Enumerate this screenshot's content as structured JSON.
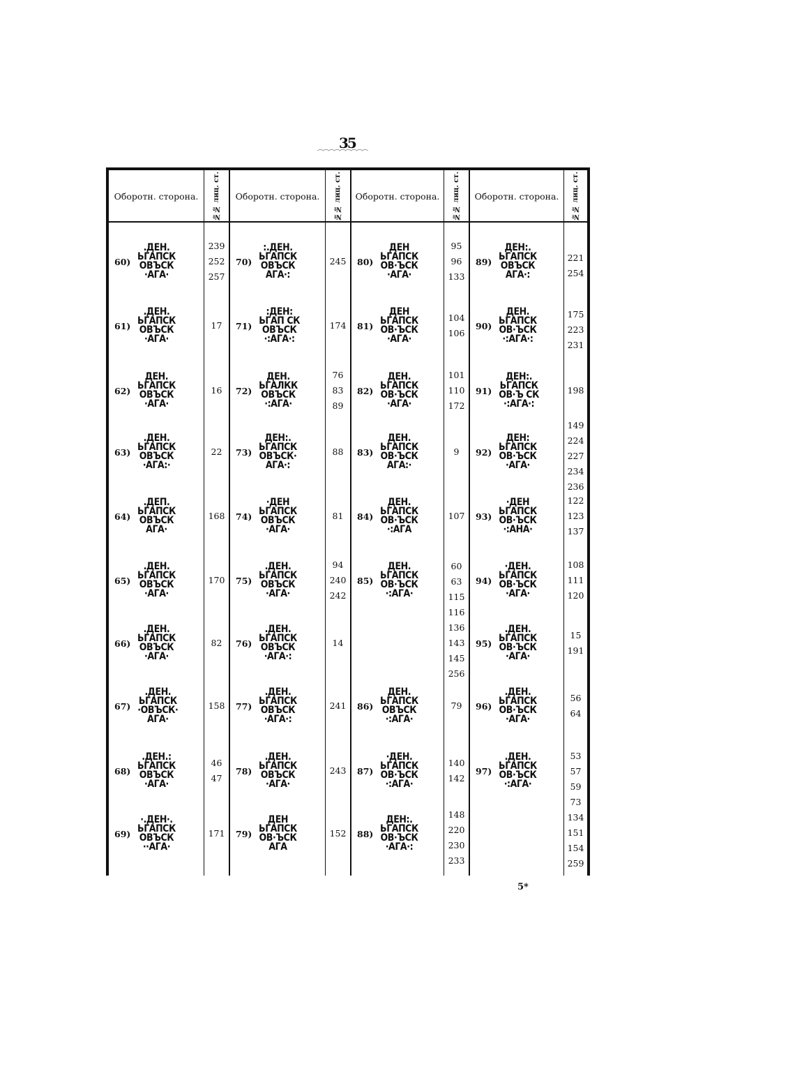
{
  "page_number": "35",
  "signature_mark": "5*",
  "columns": [
    {
      "header": "Оборотн. сторона.",
      "num_header": "№№ лиц. ст.",
      "entries": [
        {
          "label": "60)",
          "legend": [
            ".ДЕН.",
            "ЬГАПСК",
            "ОВЪСК",
            "·АГА·"
          ],
          "nums": [
            "239",
            "252",
            "257"
          ]
        },
        {
          "label": "61)",
          "legend": [
            ".ДЕН.",
            "ЬГАПСК",
            "ОВЪСК",
            "·АГА·"
          ],
          "nums": [
            "17"
          ]
        },
        {
          "label": "62)",
          "legend": [
            "ДЕН.",
            "ЬГАПСК",
            "ОВЪСК",
            "·АГА·"
          ],
          "nums": [
            "16"
          ]
        },
        {
          "label": "63)",
          "legend": [
            ".ДЕН.",
            "ЬГАПСК",
            "ОВЪСК",
            "·АГА:·"
          ],
          "nums": [
            "22"
          ]
        },
        {
          "label": "64)",
          "legend": [
            ".ДЕП.",
            "ЬГАПСК",
            "ОВЪСК",
            "АГА·"
          ],
          "nums": [
            "168"
          ]
        },
        {
          "label": "65)",
          "legend": [
            ".ДЕН.",
            "ЬГАПСК",
            "ОВЪСК",
            "·АГА·"
          ],
          "nums": [
            "170"
          ]
        },
        {
          "label": "66)",
          "legend": [
            ".ДЕН.",
            "ЬГАПСК",
            "ОВЪСК",
            "·АГА·"
          ],
          "nums": [
            "82"
          ]
        },
        {
          "label": "67)",
          "legend": [
            ".ДЕН.",
            "ЬГАПСК",
            "·ОВЪСК·",
            "АГА·"
          ],
          "nums": [
            "158"
          ]
        },
        {
          "label": "68)",
          "legend": [
            ".ДЕН.:",
            "ЬГАПСК",
            "ОВЪСК",
            "·АГА·"
          ],
          "nums": [
            "46",
            "47"
          ]
        },
        {
          "label": "69)",
          "legend": [
            "·.ДЕН·.",
            "ЬГАПСК",
            "ОВЪСК",
            "··АГА·"
          ],
          "nums": [
            "171"
          ]
        }
      ]
    },
    {
      "header": "Оборотн. сторона.",
      "num_header": "№№ лиц. ст.",
      "entries": [
        {
          "label": "70)",
          "legend": [
            ":.ДЕН.",
            "ЬГАПСК",
            "ОВЪСК",
            "АГА·:"
          ],
          "nums": [
            "245"
          ]
        },
        {
          "label": "71)",
          "legend": [
            ":ДЕН:",
            "ЬГАП СК",
            "ОВЪСК",
            "·:АГА·:"
          ],
          "nums": [
            "174"
          ]
        },
        {
          "label": "72)",
          "legend": [
            "ДЕН.",
            "ЬГАЛКК",
            "ОВЪСК",
            "·:АГА·"
          ],
          "nums": [
            "76",
            "83",
            "89"
          ]
        },
        {
          "label": "73)",
          "legend": [
            "ДЕН:.",
            "ЬГАПСК",
            "ОВЪСК·",
            "АГА·:"
          ],
          "nums": [
            "88"
          ]
        },
        {
          "label": "74)",
          "legend": [
            "·ДЕН",
            "ЬГАПСК",
            "ОВЪСК",
            "·АГА·"
          ],
          "nums": [
            "81"
          ]
        },
        {
          "label": "75)",
          "legend": [
            ".ДЕН.",
            "ЬГАПСК",
            "ОВЪСК",
            "·АГА·"
          ],
          "nums": [
            "94",
            "240",
            "242"
          ]
        },
        {
          "label": "76)",
          "legend": [
            ".ДЕН.",
            "ЬГАПСК",
            "ОВЪСК",
            "·АГА·:"
          ],
          "nums": [
            "14"
          ]
        },
        {
          "label": "77)",
          "legend": [
            ".ДЕН.",
            "ЬГАПСК",
            "ОВЪСК",
            "·АГА·:"
          ],
          "nums": [
            "241"
          ]
        },
        {
          "label": "78)",
          "legend": [
            ".ДЕН.",
            "ЬГАПСК",
            "ОВЪСК",
            "·АГА·"
          ],
          "nums": [
            "243"
          ]
        },
        {
          "label": "79)",
          "legend": [
            "ДЕН",
            "ЬГАПСК",
            "ОВ·ЪСК",
            "АГА"
          ],
          "nums": [
            "152"
          ]
        }
      ]
    },
    {
      "header": "Оборотн. сторона.",
      "num_header": "№№ лиц. ст.",
      "entries": [
        {
          "label": "80)",
          "legend": [
            "ДЕН",
            "ЬГАПСК",
            "ОВ·ЪСК",
            "·АГА·"
          ],
          "nums": [
            "95",
            "96",
            "133"
          ]
        },
        {
          "label": "81)",
          "legend": [
            "ДЕН",
            "ЬГАПСК",
            "ОВ·ЪСК",
            "·АГА·"
          ],
          "nums": [
            "104",
            "106"
          ]
        },
        {
          "label": "82)",
          "legend": [
            "ДЕН.",
            "ЬГАПСК",
            "ОВ·ЪСК",
            "·АГА·"
          ],
          "nums": [
            "101",
            "110",
            "172"
          ]
        },
        {
          "label": "83)",
          "legend": [
            "ДЕН.",
            "ЬГАПСК",
            "ОВ·ЪСК",
            "АГА:·"
          ],
          "nums": [
            "9"
          ]
        },
        {
          "label": "84)",
          "legend": [
            "ДЕН.",
            "ЬГАПСК",
            "ОВ·ЪСК",
            "·:АГА"
          ],
          "nums": [
            "107"
          ]
        },
        {
          "label": "85)",
          "legend": [
            "ДЕН.",
            "ЬГАПСК",
            "ОВ·ЪСК",
            "·:АГА·"
          ],
          "nums": [
            "60",
            "63",
            "115",
            "116",
            "136",
            "143",
            "145",
            "256"
          ]
        },
        {
          "label": "86)",
          "legend": [
            "ДЕН.",
            "ЬГАПСК",
            "ОВЪСК",
            "·:АГА·"
          ],
          "nums": [
            "79"
          ]
        },
        {
          "label": "87)",
          "legend": [
            "·ДЕН.",
            "ЬГАПСК",
            "ОВ·ЪСК",
            "·:АГА·"
          ],
          "nums": [
            "140",
            "142"
          ]
        },
        {
          "label": "88)",
          "legend": [
            "ДЕН:.",
            "ЬГАПСК",
            "ОВ·ЪСК",
            "·АГА·:"
          ],
          "nums": [
            "148",
            "220",
            "230",
            "233"
          ]
        }
      ]
    },
    {
      "header": "Оборотн. сторона.",
      "num_header": "№№ лиц. ст.",
      "entries": [
        {
          "label": "89)",
          "legend": [
            "ДЕН:.",
            "ЬГАПСК",
            "ОВЪСК",
            "АГА·:"
          ],
          "nums": [
            "221",
            "254"
          ]
        },
        {
          "label": "90)",
          "legend": [
            "ДЕН.",
            "ЬГАПСК",
            "ОВ·ЪСК",
            "·:АГА·:"
          ],
          "nums": [
            "175",
            "223",
            "231"
          ]
        },
        {
          "label": "91)",
          "legend": [
            "ДЕН:.",
            "ЬГАПСК",
            "ОВ·Ъ СК",
            "·:АГА·:"
          ],
          "nums": [
            "198"
          ]
        },
        {
          "label": "92)",
          "legend": [
            "ДЕН:",
            "ЬГАПСК",
            "ОВ·ЪСК",
            "·АГА·"
          ],
          "nums": [
            "149",
            "224",
            "227",
            "234",
            "236"
          ]
        },
        {
          "label": "93)",
          "legend": [
            "·ДЕН",
            "ЬГАПСК",
            "ОВ·ЪСК",
            "·:АНА·"
          ],
          "nums": [
            "122",
            "123",
            "137"
          ]
        },
        {
          "label": "94)",
          "legend": [
            "·ДЕН.",
            "ЬГАПСК",
            "ОВ·ЪСК",
            "·АГА·"
          ],
          "nums": [
            "108",
            "111",
            "120"
          ]
        },
        {
          "label": "95)",
          "legend": [
            ".ДЕН.",
            "ЬГАПСК",
            "ОВ·ЪСК",
            "·АГА·"
          ],
          "nums": [
            "15",
            "191"
          ]
        },
        {
          "label": "96)",
          "legend": [
            ".ДЕН.",
            "ЬГАПСК",
            "ОВ·ЪСК",
            "·АГА·"
          ],
          "nums": [
            "56",
            "64"
          ]
        },
        {
          "label": "97)",
          "legend": [
            ".ДЕН.",
            "ЬГАПСК",
            "ОВ·ЪСК",
            "·:АГА·"
          ],
          "nums": [
            "53",
            "57",
            "59",
            "73",
            "134",
            "151",
            "154",
            "259"
          ]
        }
      ]
    }
  ]
}
